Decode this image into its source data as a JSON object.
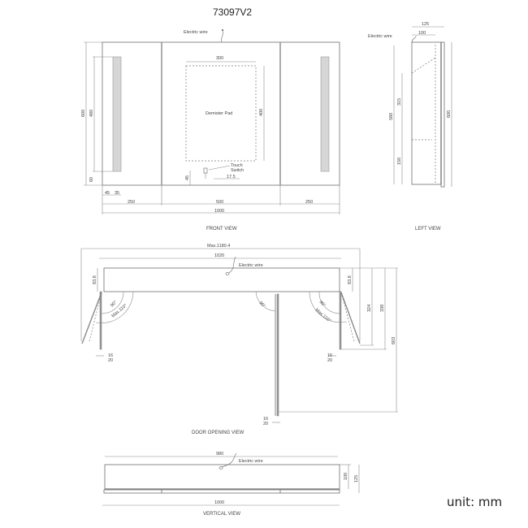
{
  "title": "73097V2",
  "unit_label": "unit: mm",
  "front_view": {
    "label": "FRONT VIEW",
    "electric_wire": "Electric wire",
    "demister_pad": "Demister Pad",
    "touch_switch_line1": "Touch",
    "touch_switch_line2": "Switch",
    "dims": {
      "height_total": "600",
      "strip_height": "480",
      "strip_bottom": "60",
      "strip_offset": "45",
      "strip_width": "35",
      "left_panel": "250",
      "center_panel": "500",
      "right_panel": "250",
      "total_width": "1000",
      "pad_width": "300",
      "pad_height": "400",
      "switch_height": "45",
      "switch_offset": "17.5"
    }
  },
  "left_view": {
    "label": "LEFT VIEW",
    "electric_wire": "Electric wire",
    "dims": {
      "depth_total": "125",
      "depth_body": "100",
      "height_total": "600",
      "height_body": "580",
      "upper_shelf": "315",
      "lower_shelf": "150"
    }
  },
  "door_opening_view": {
    "label": "DOOR   OPENING  VIEW",
    "electric_wire": "Electric wire",
    "dims": {
      "max_width": "Max.1180.4",
      "inner_width": "1020",
      "offset_left": "83.8",
      "offset_right": "83.8",
      "angle_90_left": "90°",
      "angle_max_left": "Max.110°",
      "angle_90_center": "90°",
      "angle_90_right": "90°",
      "angle_max_right": "Max.110°",
      "door_thickness_a": "16",
      "door_thickness_b": "20",
      "depth_324": "324",
      "depth_338": "338",
      "depth_603": "603"
    }
  },
  "vertical_view": {
    "label": "VERTICAL VIEW",
    "electric_wire": "Electric wire",
    "dims": {
      "inner_width": "980",
      "total_width": "1000",
      "depth_body": "100",
      "depth_total": "125"
    }
  }
}
